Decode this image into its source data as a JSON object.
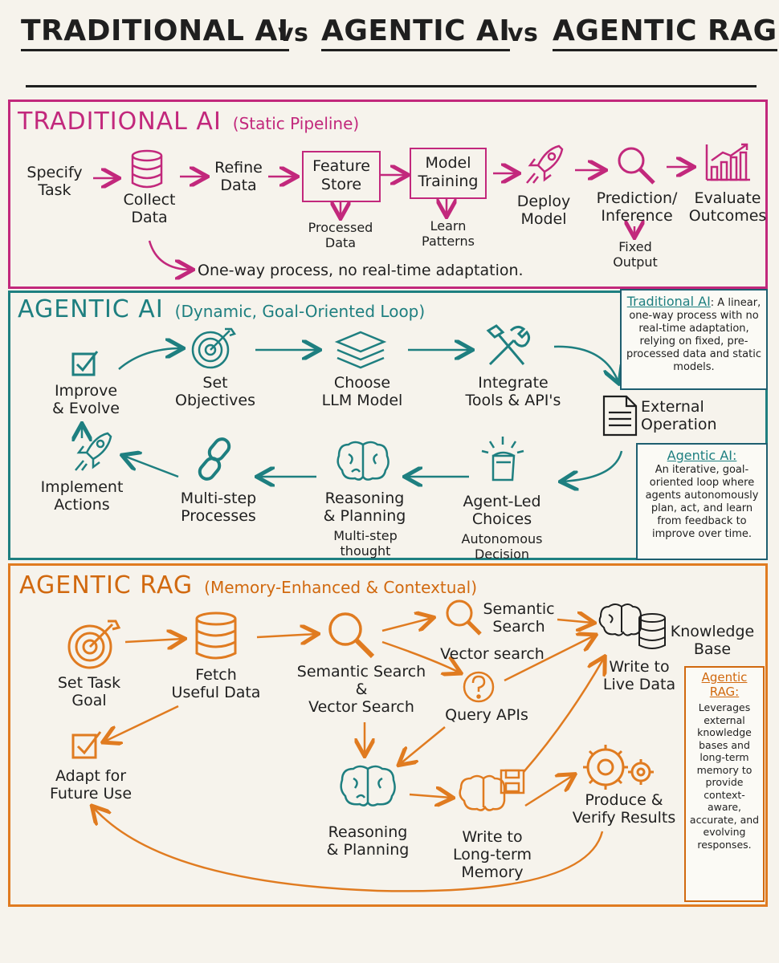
{
  "title": {
    "part1": "TRADITIONAL AI",
    "vs1": "vs",
    "part2": "AGENTIC AI",
    "vs2": "vs",
    "part3": "AGENTIC RAG"
  },
  "traditional": {
    "name": "TRADITIONAL AI",
    "subtitle": "(Static Pipeline)",
    "steps": {
      "specify": "Specify\nTask",
      "collect": "Collect\nData",
      "refine": "Refine\nData",
      "feature_store": "Feature\nStore",
      "processed": "Processed\nData",
      "model_training": "Model\nTraining",
      "learn": "Learn\nPatterns",
      "deploy": "Deploy\nModel",
      "prediction": "Prediction/\nInference",
      "fixed": "Fixed\nOutput",
      "evaluate": "Evaluate\nOutcomes"
    },
    "note": "One-way process, no real-time adaptation."
  },
  "agentic": {
    "name": "AGENTIC AI",
    "subtitle": "(Dynamic, Goal-Oriented Loop)",
    "steps": {
      "improve": "Improve\n& Evolve",
      "set_objectives": "Set\nObjectives",
      "choose_llm": "Choose\nLLM Model",
      "integrate": "Integrate\nTools & API's",
      "external": "External\nOperation",
      "agent_led": "Agent-Led\nChoices",
      "autonomous": "Autonomous\nDecision",
      "reasoning": "Reasoning\n& Planning",
      "multi_thought": "Multi-step\nthought",
      "multi_process": "Multi-step\nProcesses",
      "implement": "Implement\nActions"
    },
    "callout_trad": {
      "heading": "Traditional AI",
      "text": ": A linear, one-way process with no real-time adaptation, relying on fixed, pre-processed data and static models."
    },
    "callout_agentic": {
      "heading": "Agentic AI:",
      "text": "An iterative, goal-oriented loop where agents autonomously plan, act, and learn from feedback to improve over time."
    }
  },
  "rag": {
    "name": "AGENTIC RAG",
    "subtitle": "(Memory-Enhanced & Contextual)",
    "steps": {
      "set_goal": "Set Task\nGoal",
      "fetch": "Fetch\nUseful Data",
      "sem_vec": "Semantic Search\n&\nVector Search",
      "semantic": "Semantic\nSearch",
      "vector": "Vector search",
      "query": "Query APIs",
      "knowledge": "Knowledge\nBase",
      "write_live": "Write to\nLive Data",
      "adapt": "Adapt for\nFuture Use",
      "reasoning": "Reasoning\n& Planning",
      "write_ltm": "Write to\nLong-term\nMemory",
      "produce": "Produce &\nVerify Results"
    },
    "callout": {
      "heading": "Agentic\nRAG:",
      "text": "Leverages external knowledge bases and long-term memory to provide context-aware, accurate, and evolving responses."
    }
  },
  "colors": {
    "traditional": "#c2287c",
    "agentic": "#1e7f80",
    "rag": "#e07b20",
    "ink": "#1f1f1f"
  }
}
